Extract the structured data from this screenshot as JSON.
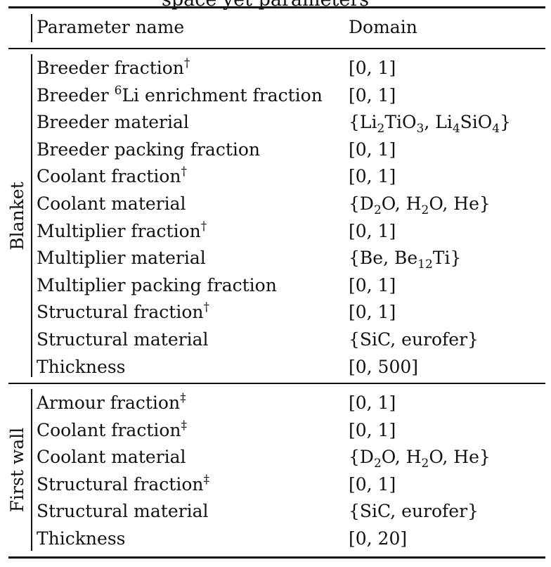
{
  "caption": "space yet parameters",
  "table": {
    "header": {
      "parameter_name": "Parameter name",
      "domain": "Domain"
    },
    "groups": [
      {
        "label": "Blanket",
        "rows": [
          {
            "name": "Breeder fraction",
            "mark": "†",
            "domain": "[0, 1]"
          },
          {
            "name_pre": "Breeder ",
            "name_sup": "6",
            "name_post": "Li enrichment fraction",
            "domain": "[0, 1]"
          },
          {
            "name": "Breeder material",
            "domain_parts": [
              "{Li",
              "2",
              "TiO",
              "3",
              ", Li",
              "4",
              "SiO",
              "4",
              "}"
            ]
          },
          {
            "name": "Breeder packing fraction",
            "domain": "[0, 1]"
          },
          {
            "name": "Coolant fraction",
            "mark": "†",
            "domain": "[0, 1]"
          },
          {
            "name": "Coolant material",
            "domain_parts": [
              "{D",
              "2",
              "O, H",
              "2",
              "O, He}"
            ]
          },
          {
            "name": "Multiplier fraction",
            "mark": "†",
            "domain": "[0, 1]"
          },
          {
            "name": "Multiplier material",
            "domain_parts": [
              "{Be, Be",
              "12",
              "Ti}"
            ]
          },
          {
            "name": "Multiplier packing fraction",
            "domain": "[0, 1]"
          },
          {
            "name": "Structural fraction",
            "mark": "†",
            "domain": "[0, 1]"
          },
          {
            "name": "Structural material",
            "domain": "{SiC, eurofer}"
          },
          {
            "name": "Thickness",
            "domain": "[0, 500]"
          }
        ]
      },
      {
        "label": "First wall",
        "rows": [
          {
            "name": "Armour fraction",
            "mark": "‡",
            "domain": "[0, 1]"
          },
          {
            "name": "Coolant fraction",
            "mark": "‡",
            "domain": "[0, 1]"
          },
          {
            "name": "Coolant material",
            "domain_parts": [
              "{D",
              "2",
              "O, H",
              "2",
              "O, He}"
            ]
          },
          {
            "name": "Structural fraction",
            "mark": "‡",
            "domain": "[0, 1]"
          },
          {
            "name": "Structural material",
            "domain": "{SiC, eurofer}"
          },
          {
            "name": "Thickness",
            "domain": "[0, 20]"
          }
        ]
      }
    ]
  }
}
